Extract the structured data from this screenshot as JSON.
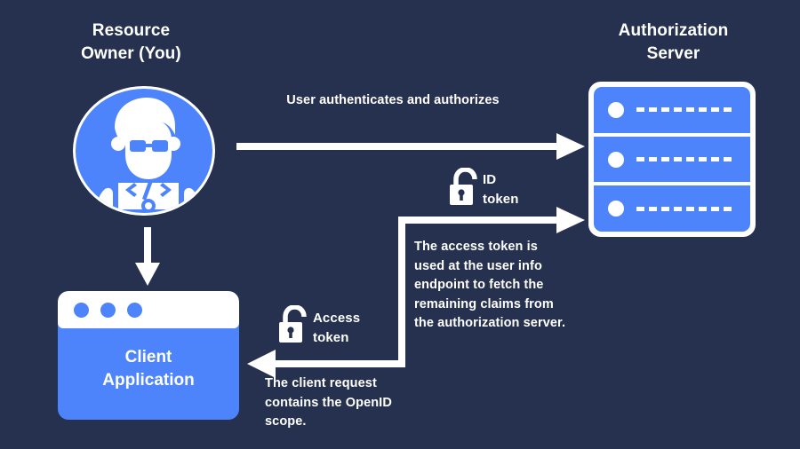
{
  "diagram": {
    "background_color": "#25314f",
    "accent_color": "#4d84fb",
    "foreground_color": "#ffffff",
    "title_resource_owner": "Resource\nOwner (You)",
    "title_authorization_server": "Authorization\nServer"
  },
  "resource_owner": {
    "title_line1": "Resource",
    "title_line2": "Owner (You)",
    "avatar_icon": "developer-avatar-icon"
  },
  "authorization_server": {
    "title_line1": "Authorization",
    "title_line2": "Server",
    "rack_count": 3
  },
  "client_application": {
    "label_line1": "Client",
    "label_line2": "Application",
    "window_dots": 3
  },
  "flows": {
    "authenticate_label": "User authenticates and authorizes",
    "id_token_label_line1": "ID",
    "id_token_label_line2": "token",
    "id_token_icon": "open-padlock-icon",
    "access_token_label_line1": "Access",
    "access_token_label_line2": "token",
    "access_token_icon": "open-padlock-icon"
  },
  "notes": {
    "access_token_note": "The access token is used at the user info endpoint to fetch the remaining claims from the authorization server.",
    "client_request_note": "The client request contains the OpenID scope."
  }
}
